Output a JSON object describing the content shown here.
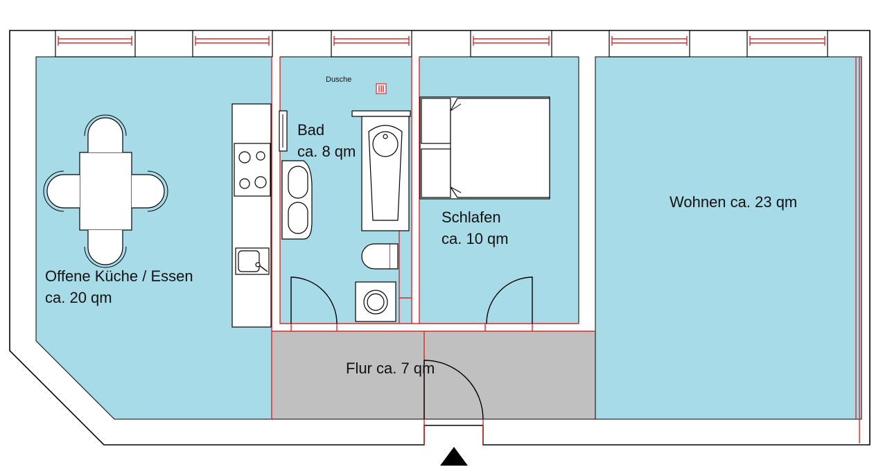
{
  "rooms": {
    "kitchen": {
      "line1": "Offene Küche / Essen",
      "line2": "ca. 20 qm"
    },
    "bath": {
      "line1": "Bad",
      "line2": "ca. 8 qm",
      "shower_label": "Dusche"
    },
    "bedroom": {
      "line1": "Schlafen",
      "line2": "ca. 10 qm"
    },
    "living": {
      "line1": "Wohnen ca. 23 qm"
    },
    "hall": {
      "line1": "Flur ca. 7 qm"
    }
  },
  "colors": {
    "room_fill": "#a8dbe8",
    "hall_fill": "#c0c0c0",
    "wall_fill": "#ffffff",
    "outline": "#000000",
    "red_lines": "#d62a2a"
  },
  "icons": {
    "entrance": "entrance-arrow-icon"
  }
}
